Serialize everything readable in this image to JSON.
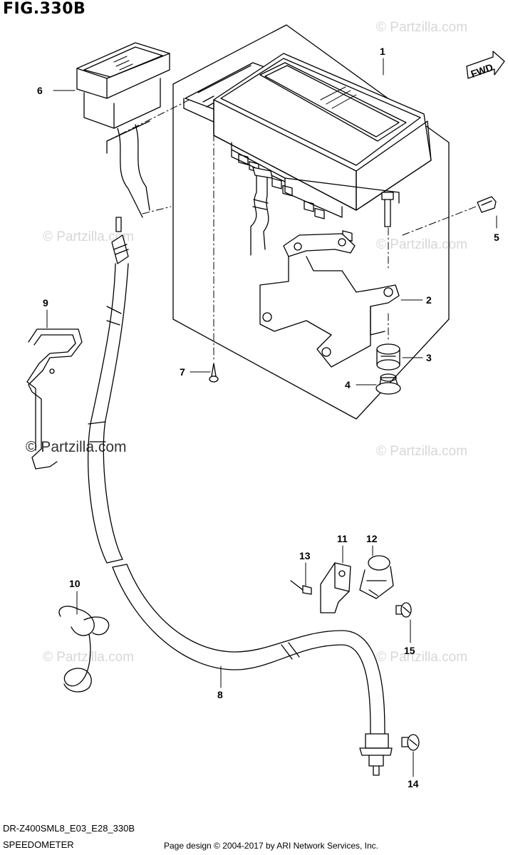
{
  "figure": {
    "title": "FIG.330B",
    "model_code": "DR-Z400SML8_E03_E28_330B",
    "section_name": "SPEEDOMETER",
    "credit": "Page design © 2004-2017 by ARI Network Services, Inc.",
    "direction_label": "FWD"
  },
  "watermarks": {
    "text": "© Partzilla.com",
    "dark_text": "© Partzilla.com"
  },
  "callouts": [
    "1",
    "2",
    "3",
    "4",
    "5",
    "6",
    "7",
    "8",
    "9",
    "10",
    "11",
    "12",
    "13",
    "14",
    "15"
  ],
  "colors": {
    "line": "#000000",
    "watermark": "#d7d7d7",
    "background": "#ffffff"
  }
}
